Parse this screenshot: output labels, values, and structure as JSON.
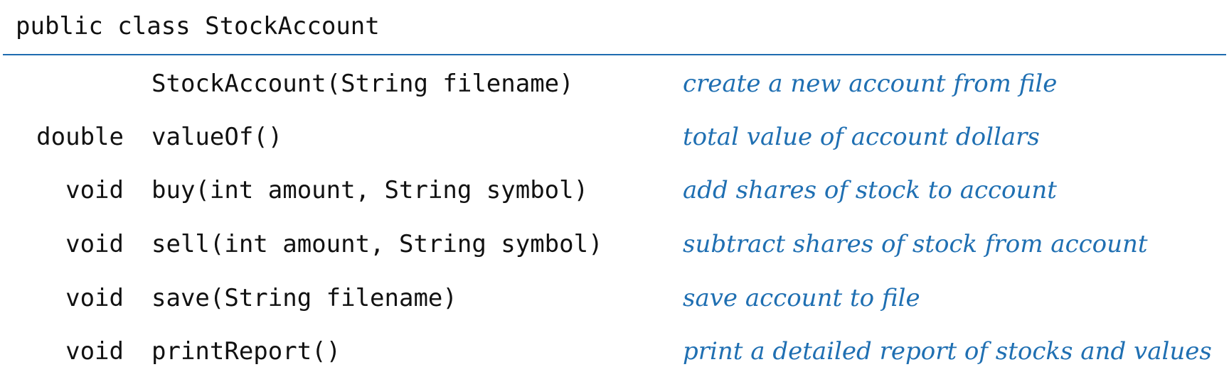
{
  "header": {
    "declaration": "public class StockAccount"
  },
  "rows": [
    {
      "return_type": "",
      "signature": "StockAccount(String filename)",
      "description": "create a new account from file"
    },
    {
      "return_type": "double",
      "signature": "valueOf()",
      "description": "total value of account dollars"
    },
    {
      "return_type": "void",
      "signature": "buy(int amount, String symbol)",
      "description": "add shares of stock to account"
    },
    {
      "return_type": "void",
      "signature": "sell(int amount, String symbol)",
      "description": "subtract shares of stock from account"
    },
    {
      "return_type": "void",
      "signature": "save(String filename)",
      "description": "save account to file"
    },
    {
      "return_type": "void",
      "signature": "printReport()",
      "description": "print a detailed report of stocks and values"
    }
  ],
  "colors": {
    "text": "#111111",
    "description": "#1f6fb2",
    "rule": "#1e6bb0"
  }
}
